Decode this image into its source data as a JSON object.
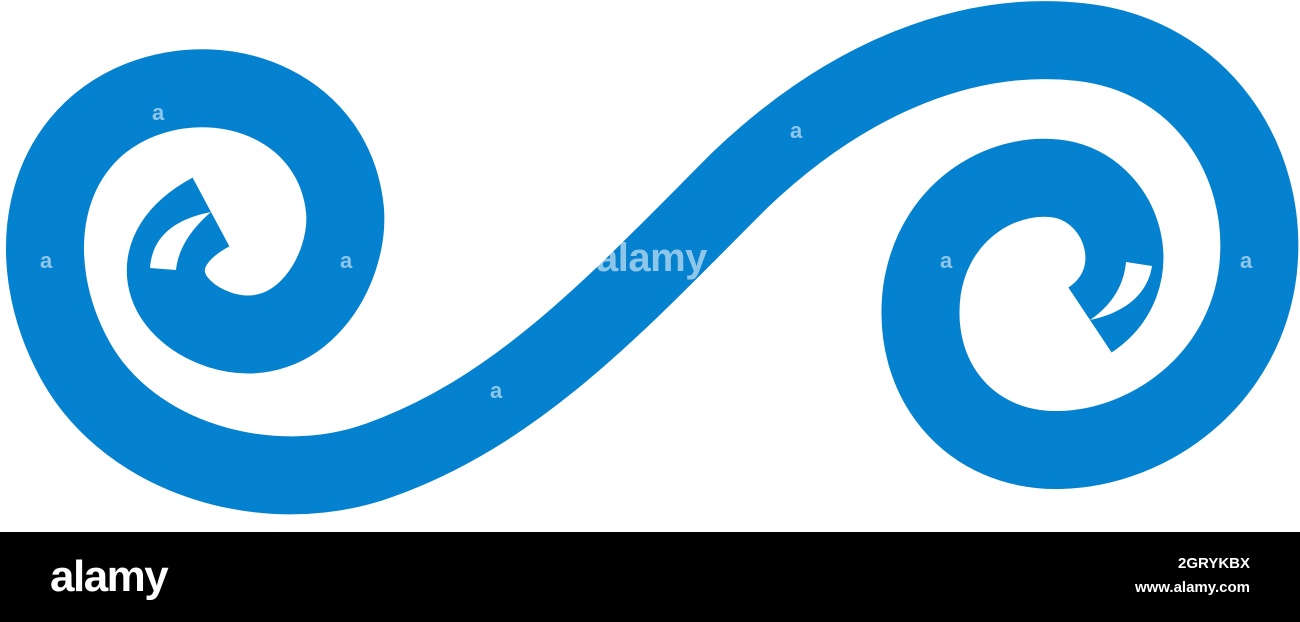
{
  "artwork": {
    "icon": "swirl-infinity-wave-icon",
    "stroke_color": "#0582cf",
    "background_color": "#ffffff"
  },
  "watermark": {
    "center_text": "alamy",
    "small_text": "a"
  },
  "footer": {
    "logo_text": "alamy",
    "image_id": "2GRYKBX",
    "site_url": "www.alamy.com",
    "background_color": "#000000"
  }
}
